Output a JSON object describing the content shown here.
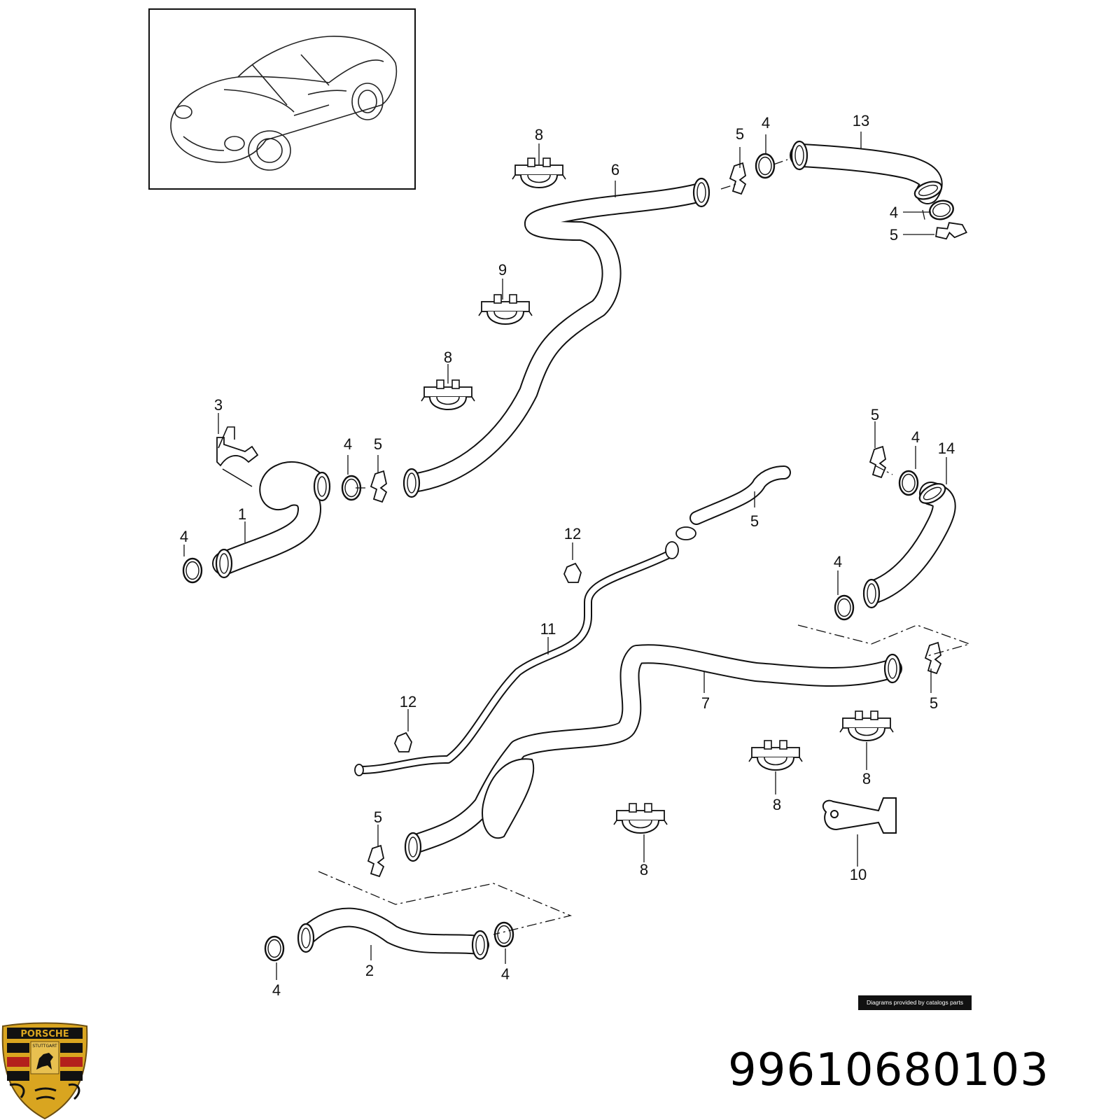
{
  "part_number": "99610680103",
  "credit": "Diagrams provided by catalogs parts",
  "logo": {
    "name": "porsche-crest",
    "lettering": [
      "PORSCHE",
      "STUTTGART"
    ],
    "colors": {
      "gold": "#d9a520",
      "red": "#b3201c",
      "black": "#111111"
    }
  },
  "callouts": [
    "1",
    "2",
    "3",
    "4",
    "5",
    "6",
    "7",
    "8",
    "9",
    "10",
    "11",
    "12",
    "13",
    "14"
  ]
}
